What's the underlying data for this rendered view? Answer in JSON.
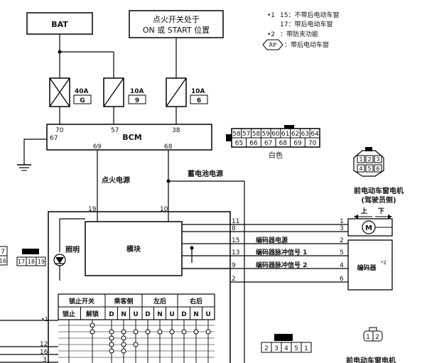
{
  "boxes": {
    "bat": "BAT",
    "ignition_line1": "点火开关处于",
    "ignition_line2": "ON 或 START 位置",
    "bcm": "BCM",
    "module": "模块",
    "encoder": "编码器",
    "encoder_mark": "*2"
  },
  "notes": {
    "n1_mark": "•1",
    "n1_line1": "15：不带后电动车窗",
    "n1_line2": "17：带后电动车窗",
    "n2_mark": "•2",
    "n2_text": "：带防夹功能",
    "rp_symbol": "RP",
    "rp_text": "：带后电动车窗"
  },
  "fuses": [
    {
      "amps": "40A",
      "code": "G"
    },
    {
      "amps": "10A",
      "code": "9"
    },
    {
      "amps": "10A",
      "code": "6"
    }
  ],
  "bcm_pins": {
    "top": [
      "70",
      "57",
      "38"
    ],
    "left": "67",
    "bottom": [
      "69",
      "68"
    ]
  },
  "connector_white": {
    "row1": [
      "58",
      "57",
      "58",
      "59",
      "60",
      "61",
      "62",
      "63",
      "64"
    ],
    "row2": [
      "65",
      "66",
      "67",
      "68",
      "69",
      "70"
    ],
    "color_label": "白色"
  },
  "labels": {
    "ignition_power": "点火电源",
    "battery_power": "蓄电池电源",
    "lighting": "照明",
    "motor_title_line1": "前电动车窗电机",
    "motor_title_line2": "(驾驶员侧)",
    "up": "上",
    "down": "下",
    "encoder_power": "编码器电源",
    "encoder_pulse1": "编码器脉冲信号 1",
    "encoder_pulse2": "编码器脉冲信号 2",
    "motor_symbol": "M",
    "bottom_cut_label": "前电动车窗电机"
  },
  "module_pins": {
    "top": [
      "19",
      "10"
    ],
    "right": [
      "11",
      "8",
      "15",
      "13",
      "9",
      "2"
    ],
    "left_bottom": [
      "•1",
      "12",
      "16",
      "3"
    ]
  },
  "motor_pins": [
    "1",
    "3",
    "2",
    "5",
    "4",
    "6"
  ],
  "motor_connector": {
    "row1": [
      "1",
      "2",
      "3"
    ],
    "row2": [
      "4",
      "5",
      "6"
    ]
  },
  "small_connector_right": [
    "1",
    "2"
  ],
  "left_connectors": {
    "a": [
      "7",
      "16"
    ],
    "b": [
      "17",
      "18",
      "19"
    ]
  },
  "bottom_connector": [
    "2",
    "3",
    "4",
    "5",
    "1"
  ],
  "switch_table": {
    "header": [
      "锁止开关",
      "乘客侧",
      "左后",
      "右后"
    ],
    "sub": [
      "锁止",
      "解锁",
      "D",
      "N",
      "U",
      "D",
      "N",
      "U",
      "D",
      "N",
      "U"
    ]
  }
}
